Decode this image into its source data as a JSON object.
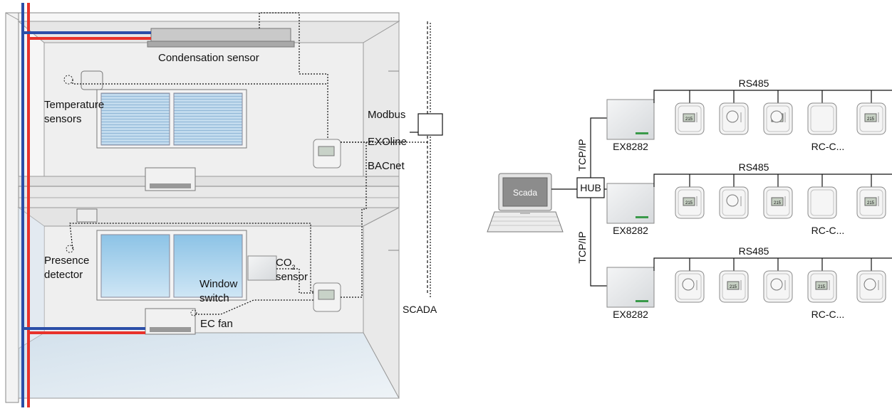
{
  "building": {
    "condensation_sensor": "Condensation sensor",
    "temperature_sensors_line1": "Temperature",
    "temperature_sensors_line2": "sensors",
    "modbus": "Modbus",
    "exoline": "EXOline",
    "bacnet": "BACnet",
    "presence_detector_line1": "Presence",
    "presence_detector_line2": "detector",
    "co2_main": "CO",
    "co2_sub": "2",
    "co2_line2": "sensor",
    "window_switch_line1": "Window",
    "window_switch_line2": "switch",
    "ec_fan": "EC fan",
    "scada": "SCADA"
  },
  "network": {
    "scada_screen": "Scada",
    "hub": "HUB",
    "tcpip_upper": "TCP/IP",
    "tcpip_lower": "TCP/IP",
    "controllers": [
      {
        "model": "EX8282",
        "bus": "RS485",
        "rc_label": "RC-C...",
        "room_units": [
          "display",
          "dial",
          "dial-display",
          "blank",
          "display"
        ]
      },
      {
        "model": "EX8282",
        "bus": "RS485",
        "rc_label": "RC-C...",
        "room_units": [
          "display",
          "dial",
          "display",
          "blank",
          "display"
        ]
      },
      {
        "model": "EX8282",
        "bus": "RS485",
        "rc_label": "RC-C...",
        "room_units": [
          "dial",
          "display",
          "dial",
          "display",
          "dial"
        ]
      }
    ],
    "thermostat_reading": "215"
  },
  "colors": {
    "supply_pipe": "#e8322b",
    "return_pipe": "#2b4ea8",
    "window_glass": "#a9cde6",
    "floor_shade": "#dbe6ef"
  }
}
